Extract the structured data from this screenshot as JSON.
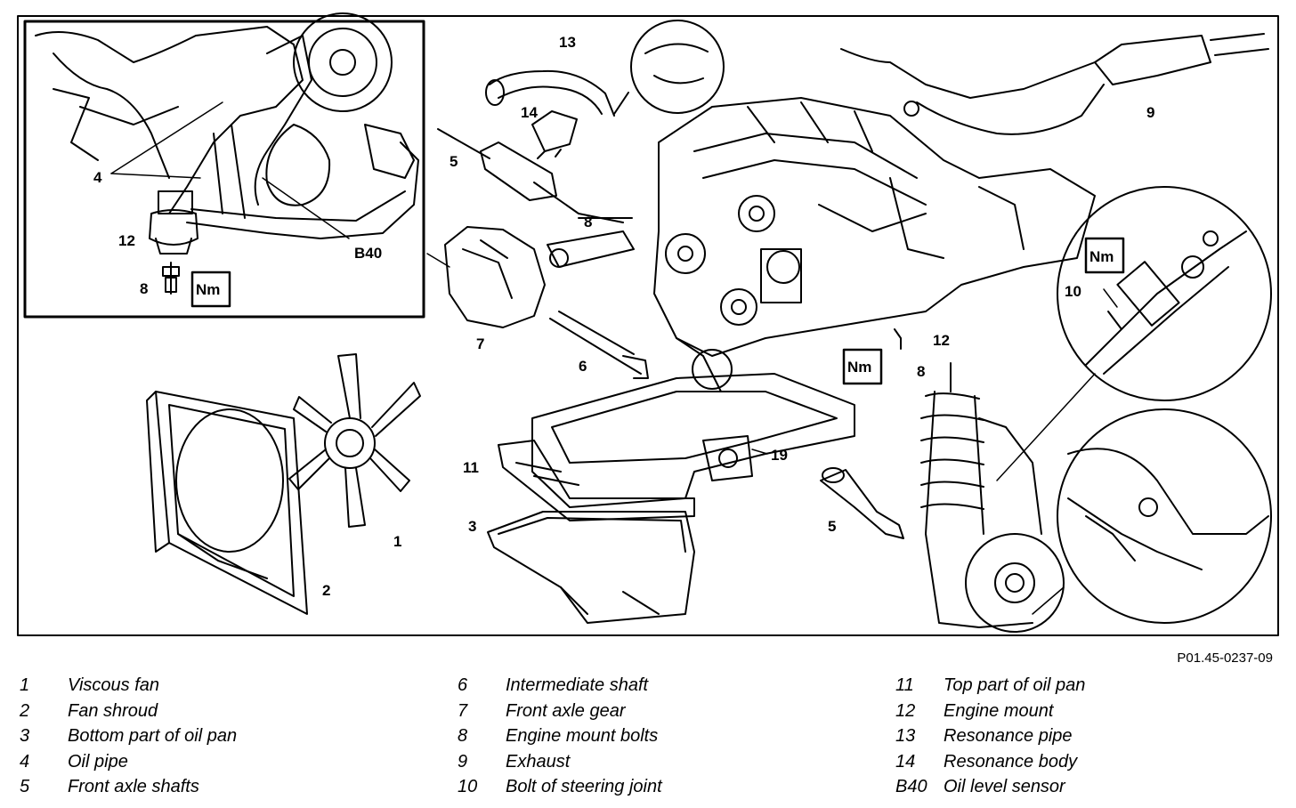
{
  "reference_code": "P01.45-0237-09",
  "torque_symbol": "Nm",
  "callouts": {
    "c1": "1",
    "c2": "2",
    "c3": "3",
    "c4": "4",
    "c5a": "5",
    "c5b": "5",
    "c6": "6",
    "c7": "7",
    "c8a": "8",
    "c8b": "8",
    "c8c": "8",
    "c9": "9",
    "c10": "10",
    "c11": "11",
    "c12a": "12",
    "c12b": "12",
    "c13": "13",
    "c14": "14",
    "c19": "19",
    "cB40": "B40"
  },
  "legend": [
    {
      "num": "1",
      "label": "Viscous fan"
    },
    {
      "num": "2",
      "label": "Fan shroud"
    },
    {
      "num": "3",
      "label": "Bottom part of oil pan"
    },
    {
      "num": "4",
      "label": "Oil pipe"
    },
    {
      "num": "5",
      "label": "Front axle shafts"
    },
    {
      "num": "6",
      "label": "Intermediate shaft"
    },
    {
      "num": "7",
      "label": "Front axle gear"
    },
    {
      "num": "8",
      "label": "Engine mount bolts"
    },
    {
      "num": "9",
      "label": "Exhaust"
    },
    {
      "num": "10",
      "label": "Bolt of steering joint"
    },
    {
      "num": "11",
      "label": "Top part of oil pan"
    },
    {
      "num": "12",
      "label": "Engine mount"
    },
    {
      "num": "13",
      "label": "Resonance pipe"
    },
    {
      "num": "14",
      "label": "Resonance body"
    },
    {
      "num": "B40",
      "label": "Oil level sensor"
    }
  ]
}
